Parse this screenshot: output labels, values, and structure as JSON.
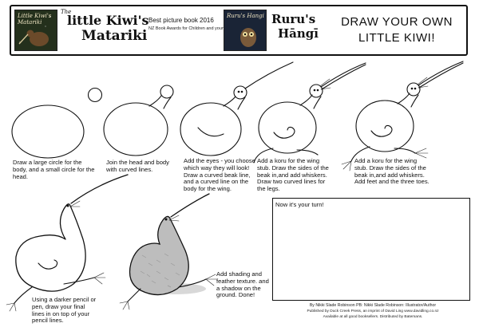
{
  "header": {
    "book1": {
      "cover_title": "Little Kiwi's Matariki",
      "logo_the": "The",
      "logo_line1": "little Kiwi's",
      "logo_line2": "Matariki"
    },
    "award": {
      "title": "Best picture book 2016",
      "subtitle": "NZ Book Awards for Children and young adults."
    },
    "book2": {
      "cover_title": "Ruru's Hangi",
      "logo_line1": "Ruru's",
      "logo_line2": "Hāngī"
    },
    "title_line1": "DRAW YOUR OWN",
    "title_line2": "LITTLE KIWI!"
  },
  "steps": [
    {
      "text": "Draw a large circle for the body, and a small circle for the head."
    },
    {
      "text": "Join the head and body with curved lines."
    },
    {
      "text": "Add the eyes - you choose which way they will look! Draw a curved beak line, and a curved line on the body for the wing."
    },
    {
      "text": "Add a koru for the wing stub. Draw the sides of the beak in,and add whiskers. Draw two curved lines for the legs."
    },
    {
      "text": "Add a koru for the wing stub. Draw the sides of the beak in,and add whiskers. Add feet and the three toes."
    },
    {
      "text": "Using a darker pencil or pen, draw your final lines in on top of your pencil lines."
    },
    {
      "text": "Add shading and feather texture. and a shadow on the ground. Done!"
    }
  ],
  "turn_box": {
    "label": "Now it's your turn!"
  },
  "footer": {
    "line1": "By Nikki Slade Robinson PB: Nikki Slade Robinson: Illustrator/Author",
    "line2": "Published by Duck Creek Press, an imprint of David Ling www.davidling.co.nz",
    "line3": "Available at all good booksellers. Distributed by Batemans."
  },
  "colors": {
    "ink": "#111111",
    "paper": "#ffffff",
    "cover1": "#24301c",
    "cover2": "#1a2436"
  }
}
